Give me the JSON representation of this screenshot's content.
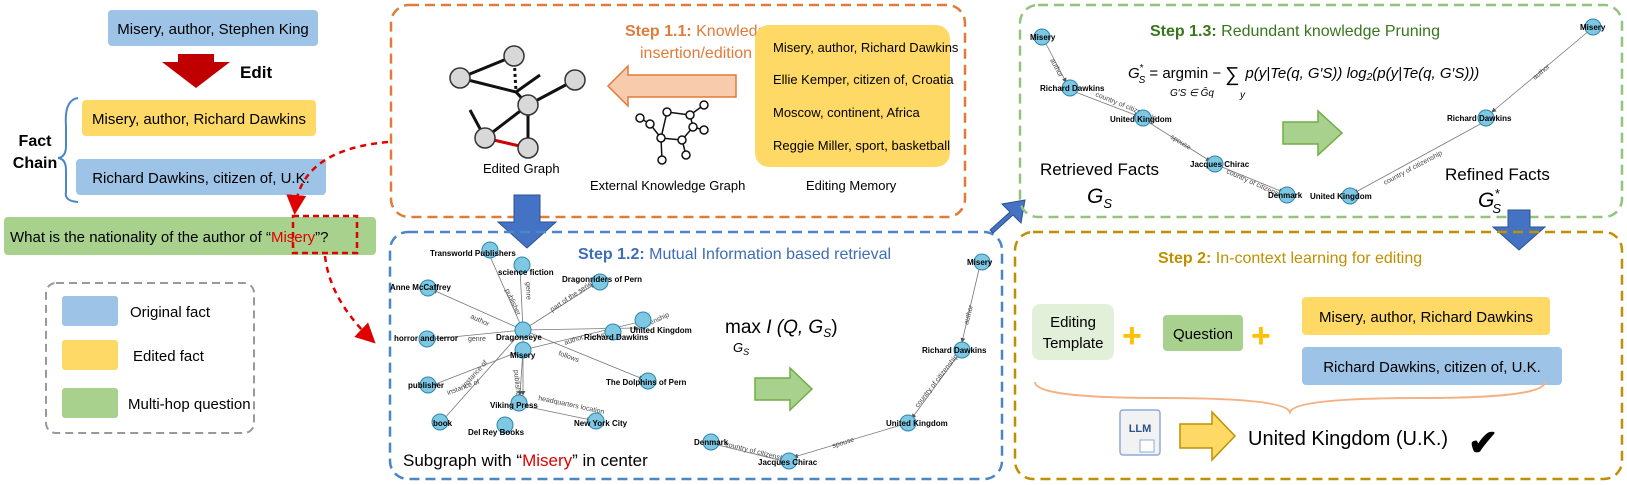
{
  "colors": {
    "original": "#9dc3e6",
    "edited": "#ffd966",
    "question": "#a9d18e",
    "node": "#7ec8e3",
    "orange": "#e07b39",
    "blue": "#4a86c8",
    "green": "#93c47d",
    "gold": "#bf9000",
    "red": "#e00000",
    "darkred": "#c00000"
  },
  "left": {
    "original_fact": "Misery, author, Stephen King",
    "edit_label": "Edit",
    "chain_label_1": "Fact",
    "chain_label_2": "Chain",
    "chain_fact_1": "Misery, author, Richard Dawkins",
    "chain_fact_2": "Richard Dawkins, citizen of, U.K.",
    "question_prefix": "What is the nationality of the author of “",
    "question_entity": "Misery",
    "question_suffix": "”?",
    "legend": [
      {
        "label": "Original fact",
        "color": "#9dc3e6"
      },
      {
        "label": "Edited fact",
        "color": "#ffd966"
      },
      {
        "label": "Multi-hop question",
        "color": "#a9d18e"
      }
    ]
  },
  "step11": {
    "title_bold": "Step 1.1:",
    "title_rest": " Knowledge",
    "title_line2": "insertion/edition",
    "edited_graph": "Edited Graph",
    "external_graph": "External Knowledge Graph",
    "editing_memory": "Editing Memory",
    "memory_items": [
      "Misery, author, Richard Dawkins",
      "Ellie Kemper, citizen of, Croatia",
      "Moscow, continent, Africa",
      "Reggie Miller, sport, basketball"
    ]
  },
  "step12": {
    "title_bold": "Step 1.2:",
    "title_rest": " Mutual Information based retrieval",
    "formula_max": "max",
    "formula_sub": "G",
    "formula_sub2": "S",
    "formula_body": "I (Q, G",
    "formula_body_sub": "S",
    "formula_close": ")",
    "caption_prefix": "Subgraph with “",
    "caption_entity": "Misery",
    "caption_suffix": "” in center",
    "nodes": [
      "Transworld Publishers",
      "science fiction",
      "Dragonriders of Pern",
      "Anne McCaffrey",
      "Dragonseye",
      "United Kingdom",
      "Richard Dawkins",
      "horror and terror",
      "Misery",
      "The Dolphins of Pern",
      "publisher",
      "Viking Press",
      "book",
      "Del Rey Books",
      "New York City"
    ],
    "edges": [
      "author",
      "publisher",
      "genre",
      "part of the series",
      "author",
      "country",
      "citizenship",
      "genre",
      "follows",
      "instance of",
      "instance of",
      "publisher",
      "headquarters location"
    ],
    "path_nodes": [
      "Misery",
      "Richard Dawkins",
      "United Kingdom",
      "Jacques Chirac",
      "Denmark"
    ],
    "path_edges": [
      "author",
      "country of citizenship",
      "spouse",
      "country of citizenship"
    ]
  },
  "step13": {
    "title_bold": "Step 1.3:",
    "title_rest": " Redundant knowledge Pruning",
    "formula_lhs": "G",
    "formula_lhs_sup": "*",
    "formula_lhs_sub": "S",
    "formula_eq": " = argmin −",
    "formula_argmin_sub": "G′S ∈ Ĝq",
    "formula_sum": "∑",
    "formula_sum_sub": "y",
    "formula_rhs": "p(y|Te(q, G′S)) log₂(p(y|Te(q, G′S)))",
    "retrieved_label": "Retrieved Facts",
    "retrieved_symbol": "G",
    "retrieved_symbol_sub": "S",
    "refined_label": "Refined Facts",
    "refined_symbol": "G",
    "refined_symbol_sup": "*",
    "refined_symbol_sub": "S",
    "left_nodes": [
      "Misery",
      "Richard Dawkins",
      "United Kingdom",
      "Jacques Chirac",
      "Denmark"
    ],
    "left_edges": [
      "author",
      "country of citizenship",
      "spouse",
      "country of citizenship"
    ],
    "right_nodes": [
      "Misery",
      "Richard Dawkins",
      "United Kingdom"
    ],
    "right_edges": [
      "author",
      "country of citizenship"
    ]
  },
  "step2": {
    "title_bold": "Step 2:",
    "title_rest": " In-context learning for editing",
    "template_line1": "Editing",
    "template_line2": "Template",
    "plus": "+",
    "question": "Question",
    "fact_1": "Misery, author, Richard Dawkins",
    "fact_2": "Richard Dawkins, citizen of, U.K.",
    "llm": "LLM",
    "answer": "United Kingdom (U.K.)",
    "check": "✔"
  }
}
